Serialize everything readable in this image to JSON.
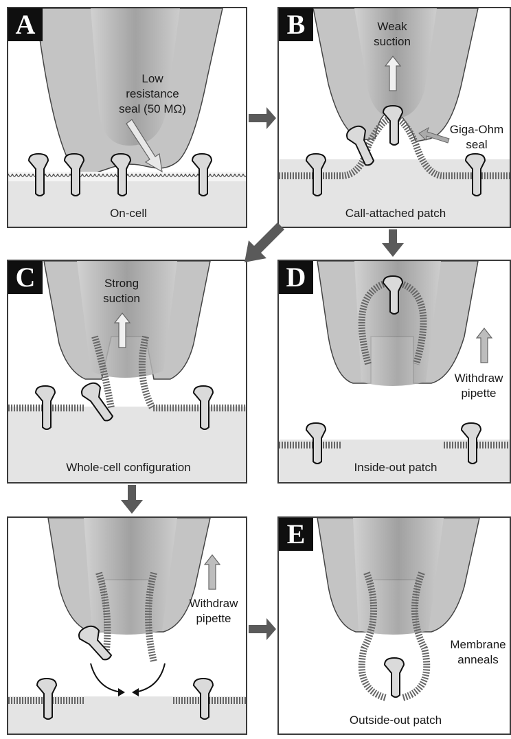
{
  "panels": {
    "A": {
      "badge": "A",
      "caption": "On-cell",
      "note_line1": "Low",
      "note_line2": "resistance",
      "note_line3": "seal (50 MΩ)"
    },
    "B": {
      "badge": "B",
      "caption": "Call-attached patch",
      "suction_line1": "Weak",
      "suction_line2": "suction",
      "seal_line1": "Giga-Ohm",
      "seal_line2": "seal"
    },
    "C": {
      "badge": "C",
      "caption": "Whole-cell configuration",
      "suction_line1": "Strong",
      "suction_line2": "suction"
    },
    "D": {
      "badge": "D",
      "caption": "Inside-out patch",
      "action_line1": "Withdraw",
      "action_line2": "pipette"
    },
    "F": {
      "action_line1": "Withdraw",
      "action_line2": "pipette"
    },
    "E": {
      "badge": "E",
      "caption": "Outside-out patch",
      "note_line1": "Membrane",
      "note_line2": "anneals"
    }
  },
  "colors": {
    "pipette": "#b4b4b4",
    "pipette_dark": "#8a8a8a",
    "cell": "#e6e6e6",
    "frame": "#3a3a3a",
    "arrow": "#555555"
  }
}
